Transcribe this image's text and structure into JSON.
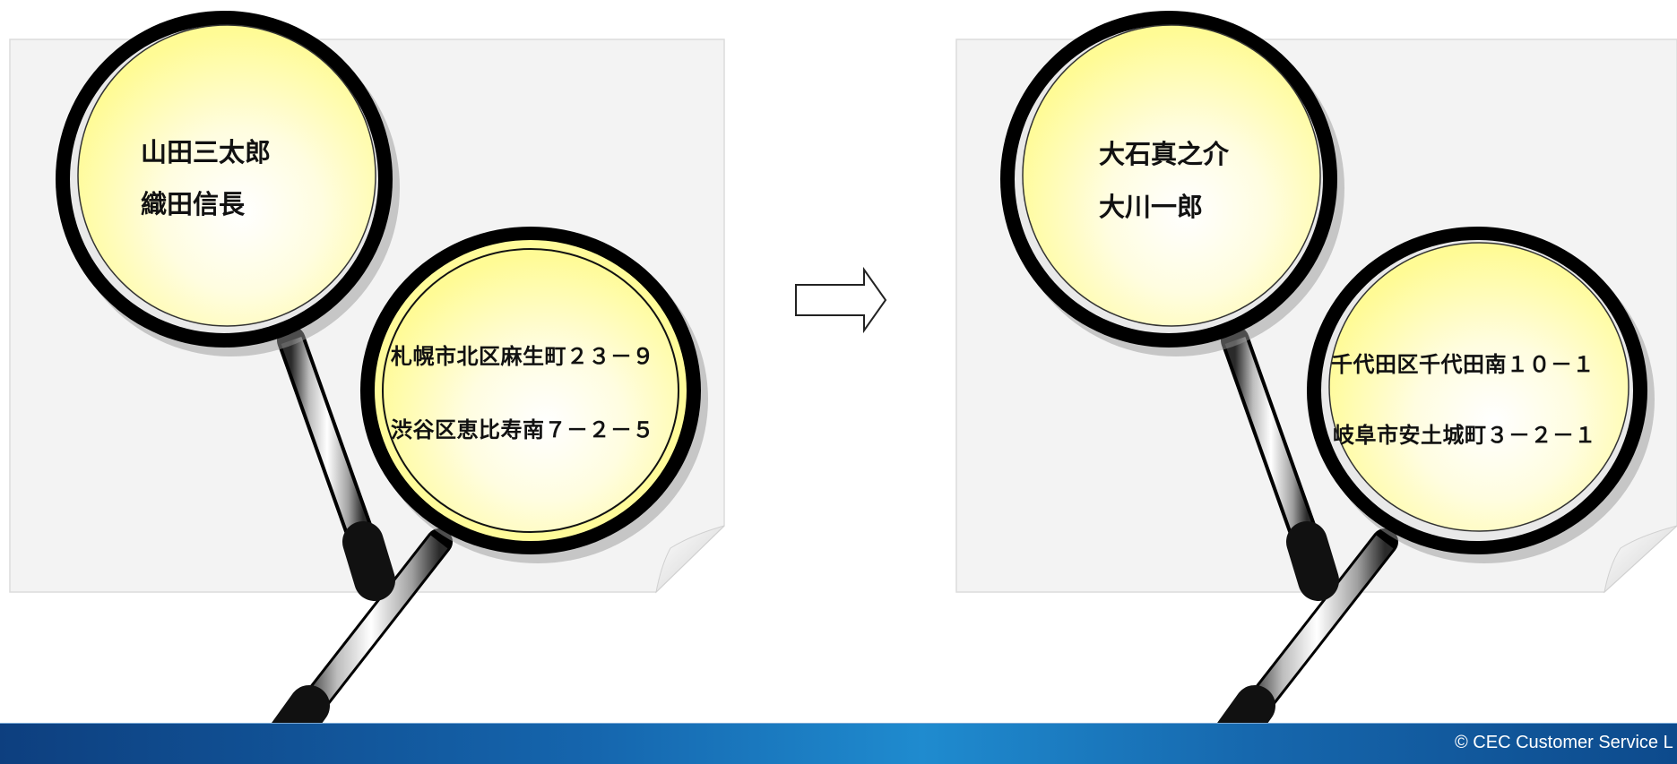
{
  "left_panel": {
    "names": [
      "山田三太郎",
      "織田信長"
    ],
    "addresses": [
      "札幌市北区麻生町２３－９",
      "渋谷区恵比寿南７－２－５"
    ]
  },
  "right_panel": {
    "names": [
      "大石真之介",
      "大川一郎"
    ],
    "addresses": [
      "千代田区千代田南１０－１",
      "岐阜市安土城町３－２－１"
    ]
  },
  "icons": {
    "arrow": "right-arrow-icon",
    "magnifier": "magnifying-glass-icon"
  },
  "footer": {
    "copyright": "© CEC Customer Service L"
  },
  "colors": {
    "lens_fill": "#fffb9a",
    "rim": "#000000",
    "footer_blue": "#1565ad"
  }
}
